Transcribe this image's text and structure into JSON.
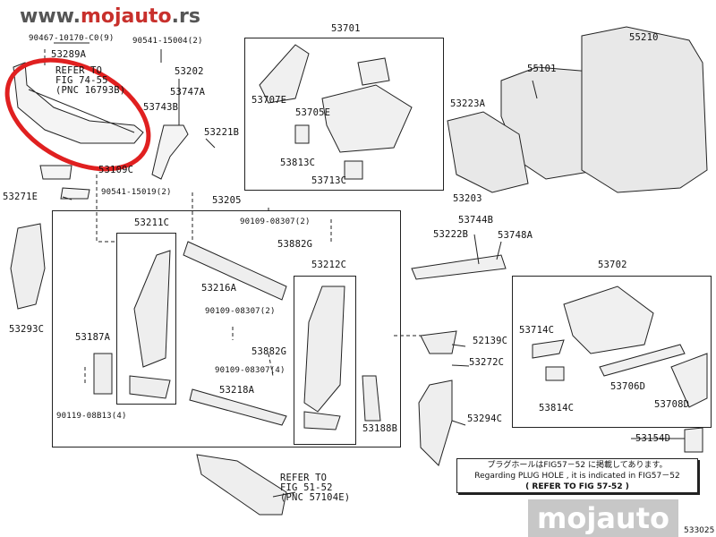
{
  "header": {
    "site_prefix": "www.",
    "site_brand": "mojauto",
    "site_suffix": ".rs"
  },
  "labels": [
    {
      "text": "90467-10170-C0(9)",
      "x": 1
    },
    {
      "text": "90541-15004(2)"
    },
    {
      "text": "53289A"
    },
    {
      "text": "53202"
    },
    {
      "text": "53747A"
    },
    {
      "text": "53743B"
    },
    {
      "text": "53221B"
    },
    {
      "text": "53109C"
    },
    {
      "text": "53271E"
    },
    {
      "text": "90541-15019(2)"
    },
    {
      "text": "53205"
    },
    {
      "text": "53701"
    },
    {
      "text": "53707E"
    },
    {
      "text": "53705E"
    },
    {
      "text": "53813C"
    },
    {
      "text": "53713C"
    },
    {
      "text": "55210"
    },
    {
      "text": "55101"
    },
    {
      "text": "53223A"
    },
    {
      "text": "53203"
    },
    {
      "text": "53744B"
    },
    {
      "text": "53222B"
    },
    {
      "text": "53748A"
    },
    {
      "text": "53702"
    },
    {
      "text": "53714C"
    },
    {
      "text": "52139C"
    },
    {
      "text": "53272C"
    },
    {
      "text": "53706D"
    },
    {
      "text": "53814C"
    },
    {
      "text": "53708D"
    },
    {
      "text": "53294C"
    },
    {
      "text": "53154D"
    },
    {
      "text": "53211C"
    },
    {
      "text": "90109-08307(2)"
    },
    {
      "text": "53882G"
    },
    {
      "text": "53212C"
    },
    {
      "text": "53216A"
    },
    {
      "text": "90109-08307(2)"
    },
    {
      "text": "53882G"
    },
    {
      "text": "53293C"
    },
    {
      "text": "53187A"
    },
    {
      "text": "90109-08307(4)"
    },
    {
      "text": "53218A"
    },
    {
      "text": "90119-08B13(4)"
    },
    {
      "text": "53188B"
    }
  ],
  "refer1": [
    "REFER TO",
    "FIG 74-55",
    "(PNC 16793B)"
  ],
  "refer2": [
    "REFER TO",
    "FIG 51-52",
    "(PNC 57104E)"
  ],
  "note": {
    "jp": "プラグホールはFIG57－52 に掲載してあります。",
    "en": "Regarding PLUG HOLE , it is indicated in FIG57－52",
    "ref": "(   REFER TO FIG 57-52 )"
  },
  "watermark": "mojauto",
  "diagram_code": "533025",
  "highlight_color": "#e02020"
}
